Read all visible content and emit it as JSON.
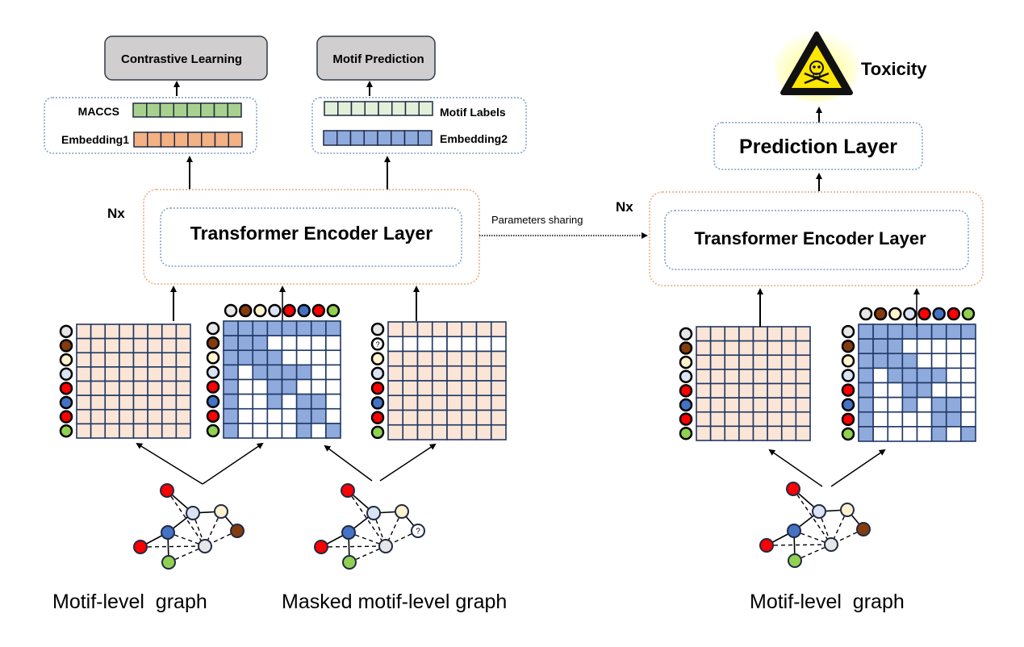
{
  "colors": {
    "pink_cell": "#FBE5D6",
    "blue_cell": "#8FAADC",
    "white_cell": "#FFFFFF",
    "grid_line": "#203864",
    "maccs_cell": "#A9D18E",
    "embedding1_cell": "#F4B183",
    "motif_label_cell": "#E2F0D9",
    "embedding2_cell": "#8FAADC",
    "gray_box": "#D0CECE",
    "orange_border": "#E8A87C",
    "blue_border": "#7F9CC0",
    "warning_yellow": "#FFE600"
  },
  "node_colors": {
    "lightgray": "#E7E6E6",
    "brown": "#843C0C",
    "cream": "#FFF2CC",
    "lightblue": "#DAE3F3",
    "red": "#FF0000",
    "blue": "#4472C4",
    "green": "#92D050",
    "masked": "#FFFFFF"
  },
  "node_sequence": [
    "lightgray",
    "brown",
    "cream",
    "lightblue",
    "red",
    "blue",
    "red",
    "green"
  ],
  "masked_node_sequence": [
    "lightgray",
    "masked",
    "cream",
    "lightblue",
    "red",
    "blue",
    "red",
    "green"
  ],
  "masked_symbol": "?",
  "adjacency_matrix": [
    [
      1,
      1,
      1,
      1,
      1,
      1,
      1,
      1
    ],
    [
      1,
      1,
      1,
      0,
      0,
      0,
      0,
      0
    ],
    [
      1,
      1,
      1,
      1,
      0,
      0,
      0,
      0
    ],
    [
      1,
      0,
      1,
      1,
      1,
      1,
      0,
      0
    ],
    [
      1,
      0,
      0,
      1,
      1,
      0,
      0,
      0
    ],
    [
      1,
      0,
      0,
      1,
      0,
      1,
      1,
      0
    ],
    [
      1,
      0,
      0,
      0,
      0,
      1,
      1,
      0
    ],
    [
      1,
      0,
      0,
      0,
      0,
      1,
      0,
      1
    ]
  ],
  "masked_row_index": 1,
  "pretrain": {
    "contrastive_learning": "Contrastive Learning",
    "motif_prediction": "Motif Prediction",
    "maccs_label": "MACCS",
    "embedding1_label": "Embedding1",
    "motif_labels_label": "Motif Labels",
    "embedding2_label": "Embedding2",
    "nx_label": "Nx",
    "encoder_label": "Transformer Encoder Layer",
    "graph1_caption": "Motif-level  graph",
    "graph2_caption": "Masked motif-level graph"
  },
  "parameters_sharing": "Parameters sharing",
  "finetune": {
    "toxicity_label": "Toxicity",
    "prediction_layer": "Prediction Layer",
    "nx_label": "Nx",
    "encoder_label": "Transformer Encoder Layer",
    "graph_caption": "Motif-level  graph"
  },
  "graph": {
    "nodes": [
      {
        "id": "red_top",
        "color": "red"
      },
      {
        "id": "lightblue",
        "color": "lightblue"
      },
      {
        "id": "cream",
        "color": "cream"
      },
      {
        "id": "brown",
        "color": "brown"
      },
      {
        "id": "blue",
        "color": "blue"
      },
      {
        "id": "red_left",
        "color": "red"
      },
      {
        "id": "lightgray",
        "color": "lightgray"
      },
      {
        "id": "green",
        "color": "green"
      }
    ],
    "solid_edges": [
      [
        "red_top",
        "lightblue"
      ],
      [
        "lightblue",
        "cream"
      ],
      [
        "cream",
        "brown"
      ],
      [
        "lightblue",
        "blue"
      ],
      [
        "blue",
        "red_left"
      ],
      [
        "blue",
        "green"
      ]
    ],
    "dashed_edges": [
      [
        "red_top",
        "lightgray"
      ],
      [
        "lightblue",
        "lightgray"
      ],
      [
        "cream",
        "lightgray"
      ],
      [
        "brown",
        "lightgray"
      ],
      [
        "blue",
        "lightgray"
      ],
      [
        "red_left",
        "lightgray"
      ],
      [
        "green",
        "lightgray"
      ]
    ],
    "masked_node": "brown"
  }
}
